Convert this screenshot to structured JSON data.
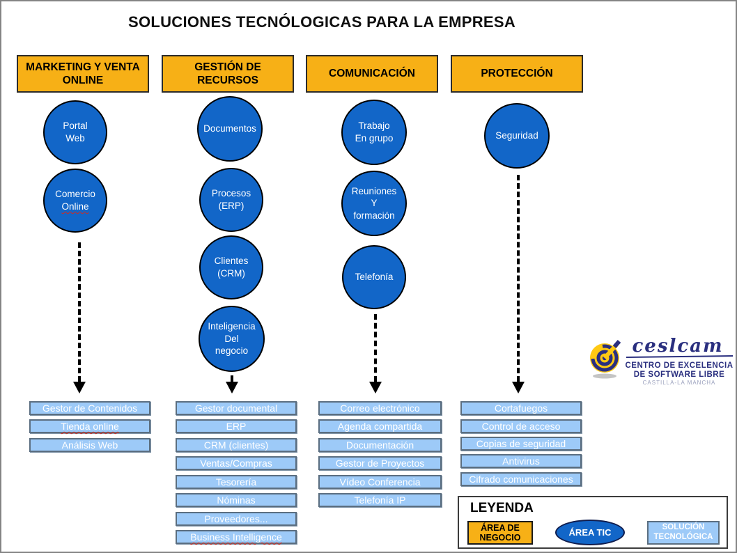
{
  "title": "SOLUCIONES TECNÓLOGICAS PARA LA EMPRESA",
  "colors": {
    "area_negocio_orange": "#F7B016",
    "area_tic_blue": "#1266C8",
    "solucion_light_blue": "#9DCAF8",
    "arrow_black": "#000000",
    "logo_navy": "#2A2F7F",
    "logo_yellow": "#FFC913"
  },
  "columns": [
    {
      "header": "MARKETING Y VENTA ONLINE",
      "circles": [
        {
          "lines": [
            "Portal",
            "Web"
          ]
        },
        {
          "lines": [
            "Comercio",
            "Online"
          ]
        }
      ],
      "solutions": [
        "Gestor de Contenidos",
        "Tienda online",
        "Análisis Web"
      ]
    },
    {
      "header": "GESTIÓN DE RECURSOS",
      "circles": [
        {
          "lines": [
            "Documentos"
          ]
        },
        {
          "lines": [
            "Procesos",
            "(ERP)"
          ]
        },
        {
          "lines": [
            "Clientes",
            "(CRM)"
          ]
        },
        {
          "lines": [
            "Inteligencia",
            "Del",
            "negocio"
          ]
        }
      ],
      "solutions": [
        "Gestor documental",
        "ERP",
        "CRM (clientes)",
        "Ventas/Compras",
        "Tesorería",
        "Nóminas",
        "Proveedores...",
        "Business Intelligence"
      ]
    },
    {
      "header": "COMUNICACIÓN",
      "circles": [
        {
          "lines": [
            "Trabajo",
            "En grupo"
          ]
        },
        {
          "lines": [
            "Reuniones",
            "Y",
            "formación"
          ]
        },
        {
          "lines": [
            "Telefonía"
          ]
        }
      ],
      "solutions": [
        "Correo electrónico",
        "Agenda compartida",
        "Documentación",
        "Gestor de Proyectos",
        "Vídeo Conferencia",
        "Telefonía IP"
      ]
    },
    {
      "header": "PROTECCIÓN",
      "circles": [
        {
          "lines": [
            "Seguridad"
          ]
        }
      ],
      "solutions": [
        "Cortafuegos",
        "Control de acceso",
        "Copias de seguridad",
        "Antivirus",
        "Cifrado comunicaciones"
      ]
    }
  ],
  "legend": {
    "title": "LEYENDA",
    "area_negocio": "ÁREA DE NEGOCIO",
    "area_tic": "ÁREA TIC",
    "solucion": "SOLUCIÓN TECNOLÓGICA"
  },
  "logo": {
    "brand": "ceslcam",
    "line1": "CENTRO DE EXCELENCIA",
    "line2": "DE SOFTWARE LIBRE",
    "line3": "CASTILLA-LA MANCHA"
  }
}
